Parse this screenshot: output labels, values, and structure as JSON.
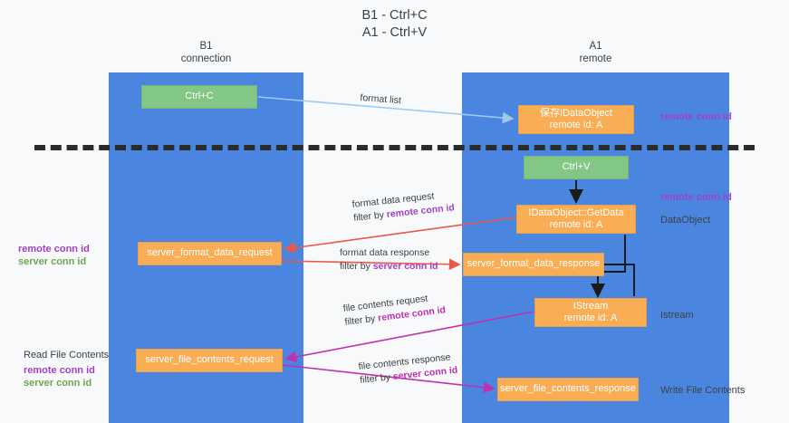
{
  "title": "B1 - Ctrl+C\nA1 - Ctrl+V",
  "columns": {
    "left": "B1\nconnection",
    "right": "A1\nremote"
  },
  "nodes": {
    "ctrl_c": "Ctrl+C",
    "idataobject": "保存IDataObject\nremote id: A",
    "ctrl_v": "Ctrl+V",
    "getdata": "IDataObject::GetData\nremote id: A",
    "server_format_data_request": "server_format_data_request",
    "server_format_data_response": "server_format_data_response",
    "istream": "IStream\nremote id: A",
    "server_file_contents_request": "server_file_contents_request",
    "server_file_contents_response": "server_file_contents_response"
  },
  "side_labels": {
    "remote_conn_id_top": "remote conn id",
    "remote_conn_id_mid": "remote conn id",
    "dataobject": "DataObject",
    "istream": "Istream",
    "write_file_contents": "Write File Contents",
    "read_file_contents": "Read File Contents"
  },
  "left_labels": {
    "mid_remote": "remote conn id",
    "mid_server": "server conn id",
    "bot_remote": "remote conn id",
    "bot_server": "server conn id"
  },
  "edges": {
    "format_list": "format list",
    "format_data_request": "format data request",
    "format_data_request_filter_prefix": "filter by ",
    "format_data_request_filter_key": "remote conn id",
    "format_data_response": "format data response",
    "format_data_response_filter_prefix": "filter by ",
    "format_data_response_filter_key": "server conn id",
    "file_contents_request": "file contents request",
    "file_contents_request_filter_prefix": "filter by ",
    "file_contents_request_filter_key": "remote conn id",
    "file_contents_response": "file contents response",
    "file_contents_response_filter_prefix": "filter by ",
    "file_contents_response_filter_key": "server conn id"
  },
  "colors": {
    "lane": "#4a86e0",
    "green_node": "#82c785",
    "orange_node": "#f9ad54",
    "purple": "#a042c8",
    "green_text": "#6aa84f",
    "red_arrow": "#e8594a",
    "magenta_arrow": "#c030b0",
    "light_blue_arrow": "#9ec9ef",
    "divider": "#2b2b2b"
  }
}
